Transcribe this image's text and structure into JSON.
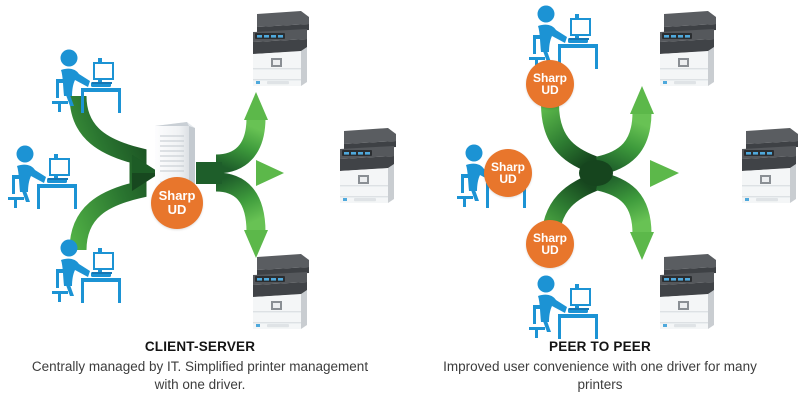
{
  "colors": {
    "orange_badge": "#E8762C",
    "blue_user": "#1C93D4",
    "blue_user_dark": "#1577B5",
    "green_arrow_light": "#5CB84A",
    "green_arrow_dark": "#1E5E2A",
    "printer_dark": "#4A4A4C",
    "printer_body": "#F2F4F5",
    "background": "#FFFFFF",
    "caption_title": "#141414",
    "caption_body": "#3D3D3D"
  },
  "panels": [
    {
      "id": "client-server",
      "caption": {
        "title": "CLIENT-SERVER",
        "body": "Centrally managed by IT.  Simplified printer management with one driver."
      },
      "users": [
        {
          "label": "user-workstation"
        },
        {
          "label": "user-workstation"
        },
        {
          "label": "user-workstation"
        }
      ],
      "server": {
        "label": "print-server"
      },
      "badges": [
        {
          "line1": "Sharp",
          "line2": "UD"
        }
      ],
      "printers": [
        {
          "label": "multifunction-printer"
        },
        {
          "label": "multifunction-printer"
        },
        {
          "label": "multifunction-printer"
        }
      ],
      "flow": {
        "inbound_arrows": 3,
        "outbound_arrows": 3,
        "direction": "users-to-server-to-printers"
      }
    },
    {
      "id": "peer-to-peer",
      "caption": {
        "title": "PEER TO PEER",
        "body": "Improved user convenience with one driver for many printers"
      },
      "users": [
        {
          "label": "user-workstation"
        },
        {
          "label": "user-workstation"
        },
        {
          "label": "user-workstation"
        }
      ],
      "server": null,
      "badges": [
        {
          "line1": "Sharp",
          "line2": "UD"
        },
        {
          "line1": "Sharp",
          "line2": "UD"
        },
        {
          "line1": "Sharp",
          "line2": "UD"
        }
      ],
      "printers": [
        {
          "label": "multifunction-printer"
        },
        {
          "label": "multifunction-printer"
        },
        {
          "label": "multifunction-printer"
        }
      ],
      "flow": {
        "inbound_arrows": 3,
        "outbound_arrows": 3,
        "direction": "users-to-printers-direct"
      }
    }
  ]
}
